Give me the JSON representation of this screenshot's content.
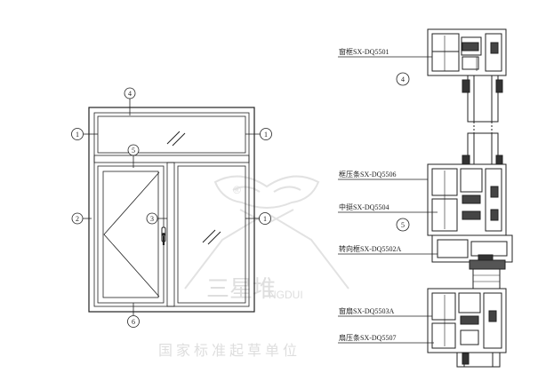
{
  "elevation": {
    "callouts": [
      "1",
      "1",
      "1",
      "2",
      "3",
      "4",
      "5",
      "6"
    ]
  },
  "section": {
    "labels": [
      {
        "id": "frame",
        "text": "窗框SX-DQ5501"
      },
      {
        "id": "frame-bead",
        "text": "框压条SX-DQ5506"
      },
      {
        "id": "mullion",
        "text": "中挺SX-DQ5504"
      },
      {
        "id": "adapter-frame",
        "text": "转向框SX-DQ5502A"
      },
      {
        "id": "sash",
        "text": "窗扇SX-DQ5503A"
      },
      {
        "id": "sash-bead",
        "text": "扇压条SX-DQ5507"
      }
    ],
    "callouts": [
      "4",
      "5"
    ]
  },
  "watermark": {
    "registered": "®",
    "chinese": "三星堆",
    "english": "NGDUI",
    "footer": "国家标准起草单位"
  }
}
